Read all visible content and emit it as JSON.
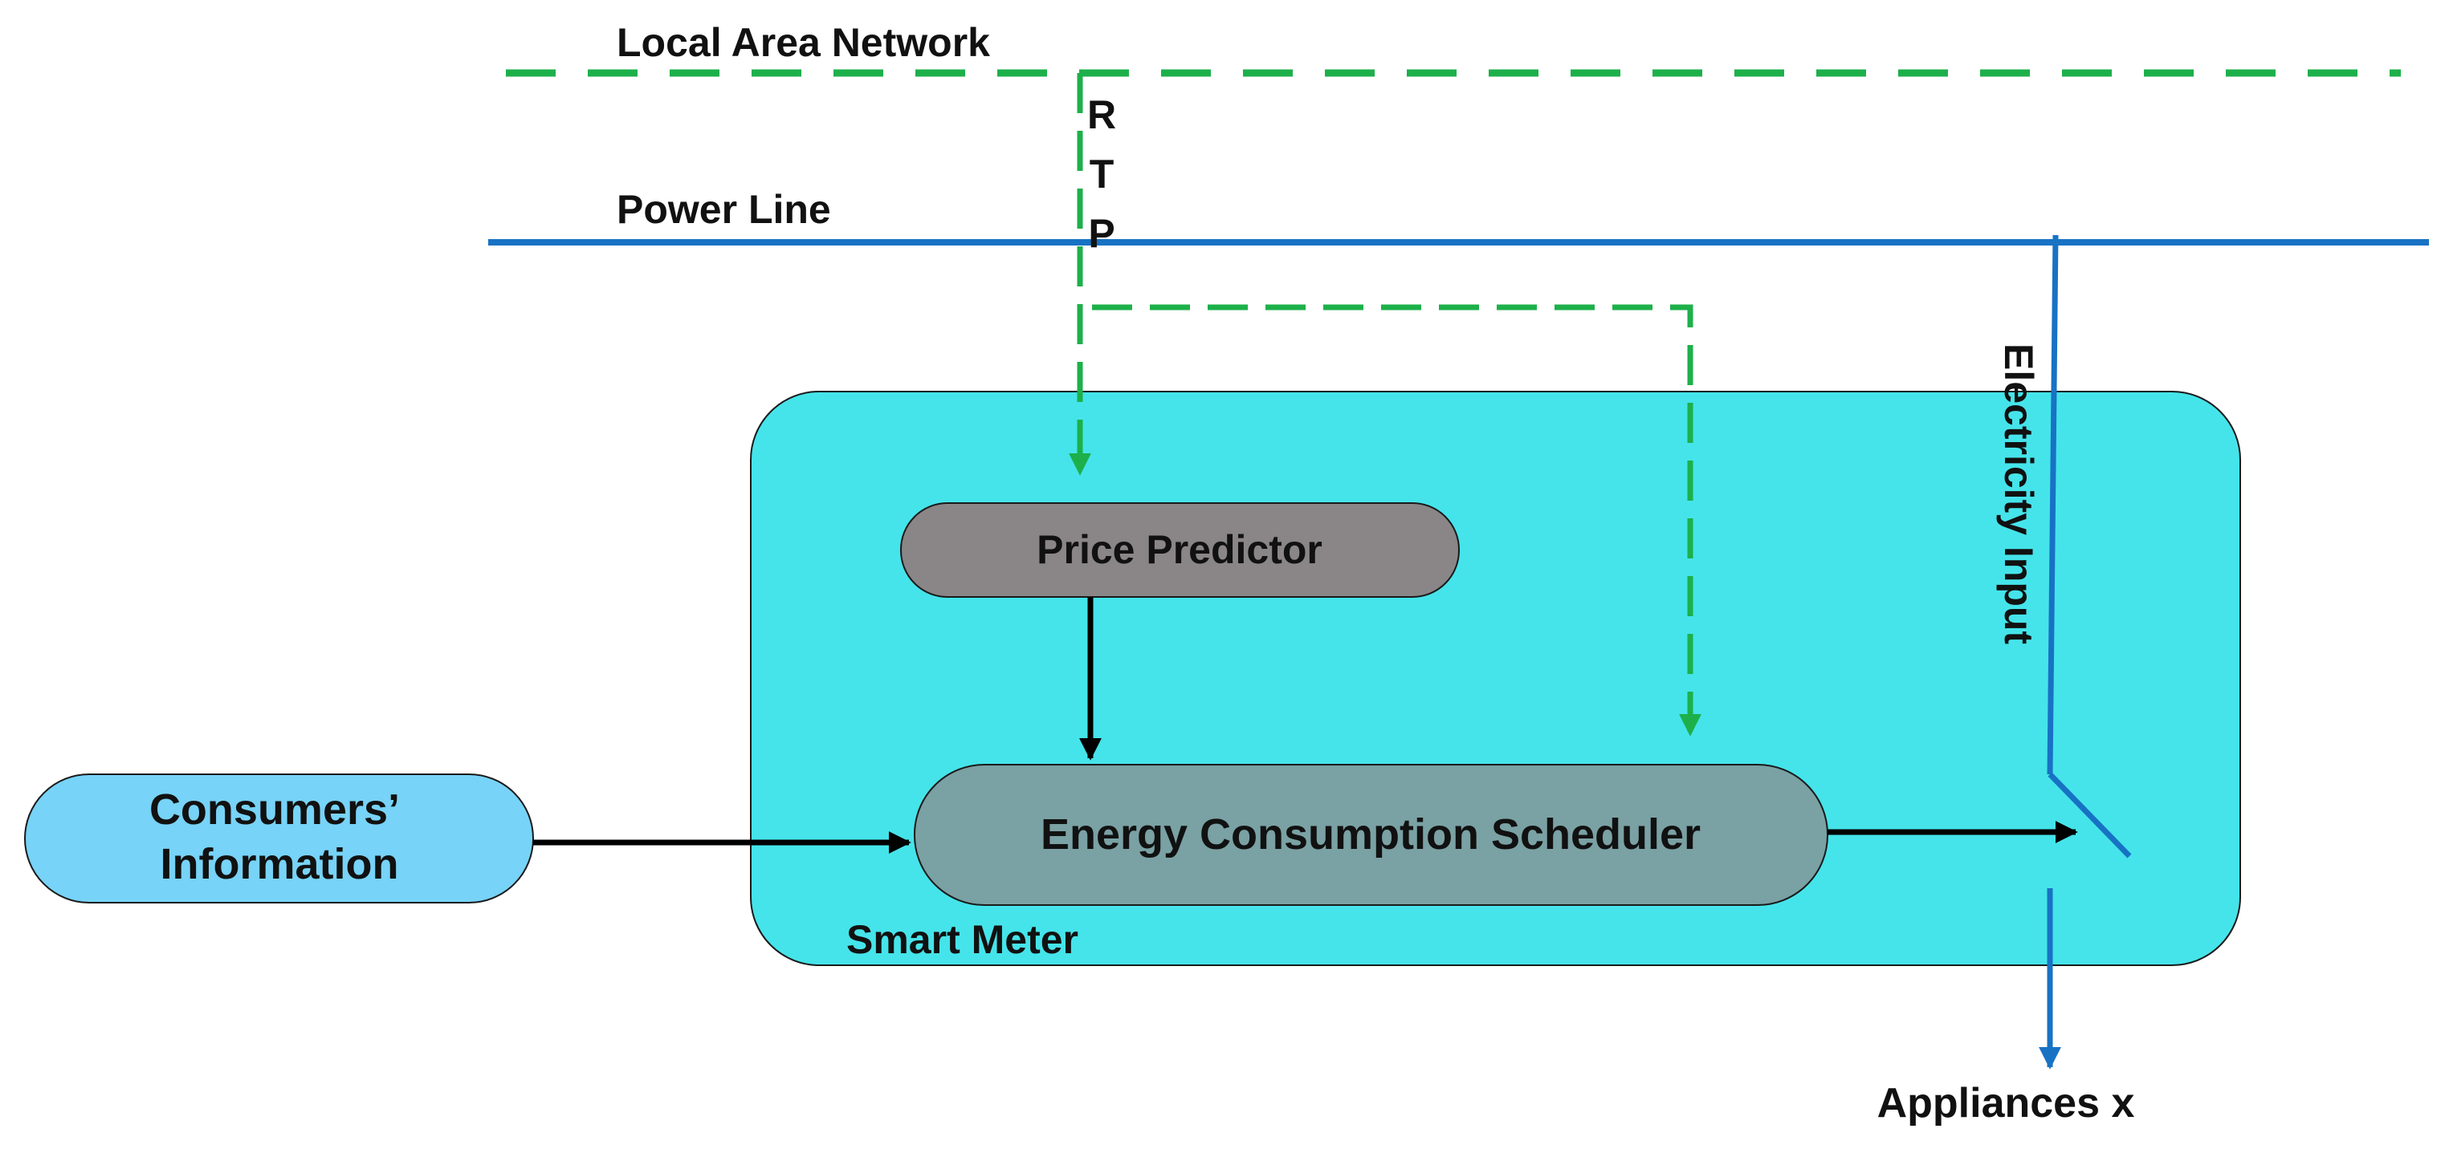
{
  "labels": {
    "lan": "Local Area Network",
    "power_line": "Power Line",
    "rtp": [
      "R",
      "T",
      "P"
    ],
    "electricity_input": "Electricity Input",
    "smart_meter": "Smart Meter",
    "appliances": "Appliances x"
  },
  "boxes": {
    "price_predictor": "Price Predictor",
    "scheduler": "Energy Consumption Scheduler",
    "consumers_info": [
      "Consumers’",
      "Information"
    ]
  },
  "colors": {
    "lan_line": "#1db04a",
    "power_line": "#1872c4",
    "smart_meter_fill": "#45e4ea",
    "price_predictor_fill": "#8a8688",
    "scheduler_fill": "#7aa1a4",
    "consumers_fill": "#77d3f7",
    "arrow": "#000000"
  }
}
